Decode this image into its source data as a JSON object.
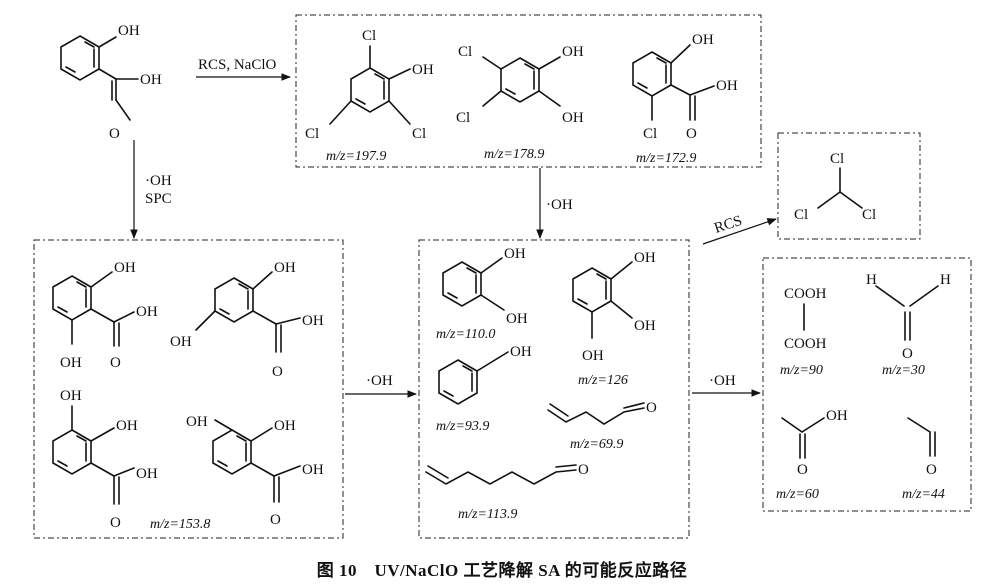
{
  "caption": "图 10　UV/NaClO 工艺降解 SA 的可能反应路径",
  "reagents": {
    "rcs_naclo": "RCS, NaClO",
    "oh_spc_1": "·OH",
    "oh_spc_2": "SPC",
    "oh_mid": "·OH",
    "oh_center": "·OH",
    "oh_right": "·OH",
    "rcs_right": "RCS"
  },
  "atoms": {
    "oh": "OH",
    "o": "O",
    "cl": "Cl",
    "cooh": "COOH",
    "h": "H"
  },
  "mz": {
    "m1": "m/z=197.9",
    "m2": "m/z=178.9",
    "m3": "m/z=172.9",
    "m4": "m/z=153.8",
    "m5": "m/z=110.0",
    "m6": "m/z=126",
    "m7": "m/z=93.9",
    "m8": "m/z=69.9",
    "m9": "m/z=113.9",
    "m10": "m/z=90",
    "m11": "m/z=30",
    "m12": "m/z=60",
    "m13": "m/z=44"
  }
}
